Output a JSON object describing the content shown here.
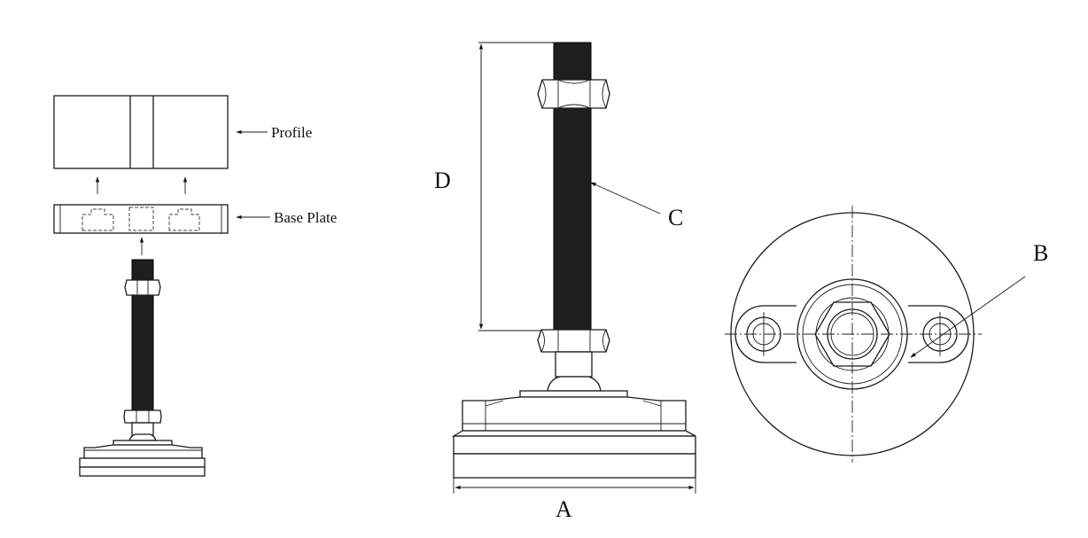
{
  "labels": {
    "profile": "Profile",
    "base_plate": "Base Plate",
    "dim_a": "A",
    "dim_b": "B",
    "dim_c": "C",
    "dim_d": "D"
  },
  "colors": {
    "line": "#1a1a1a",
    "thread": "#1e1e1e",
    "background": "#ffffff"
  }
}
